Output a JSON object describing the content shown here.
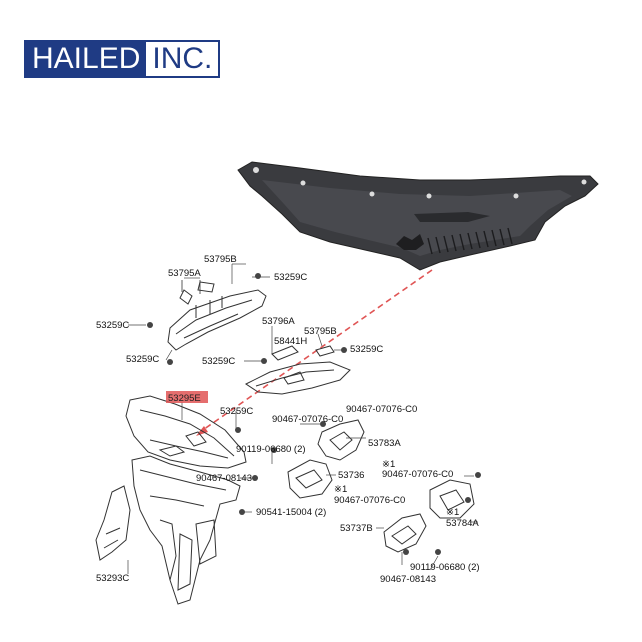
{
  "logo": {
    "part_a": "HAILED",
    "part_b": "INC."
  },
  "highlight_color": "#e05555",
  "labels": {
    "l53795b": "53795B",
    "l53795a": "53795A",
    "l53259c_1": "53259C",
    "l53259c_2": "53259C",
    "l53259c_3": "53259C",
    "l53259c_4": "53259C",
    "l53259c_5": "53259C",
    "l53259c_6": "53259C",
    "l53796a": "53796A",
    "l53795b_2": "53795B",
    "l58441h": "58441H",
    "l53295e": "53295E",
    "l90467_07076_a": "90467-07076-C0",
    "l90467_07076_b": "90467-07076-C0",
    "l90467_07076_c": "90467-07076-C0",
    "l90467_07076_d": "90467-07076-C0",
    "l53783a": "53783A",
    "l90119_06680_a": "90119-06680 (2)",
    "l53736": "53736",
    "mark1": "※1",
    "mark2": "※1",
    "mark3": "※1",
    "l90467_08143_a": "90467-08143",
    "l90541_15004": "90541-15004 (2)",
    "l53784a": "53784A",
    "l53737b": "53737B",
    "l90119_06680_b": "90119-06680 (2)",
    "l90467_08143_b": "90467-08143",
    "l53293c": "53293C"
  }
}
